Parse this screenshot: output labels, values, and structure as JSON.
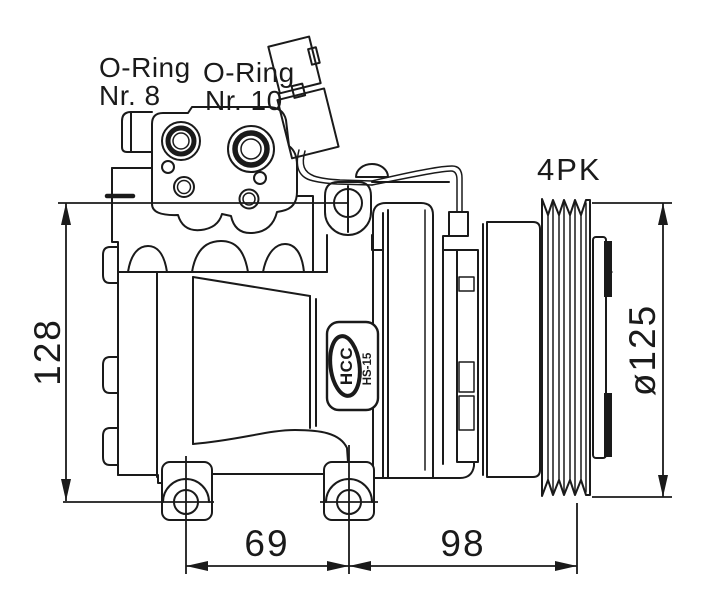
{
  "colors": {
    "line": "#1a1a1a",
    "background": "#ffffff"
  },
  "annotations": {
    "o_ring_8": {
      "line1": "O-Ring",
      "line2": "Nr. 8"
    },
    "o_ring_10": {
      "line1": "O-Ring",
      "line2": "Nr. 10"
    },
    "belt_type": "4PK"
  },
  "dimensions": {
    "body_height": "128",
    "pulley_diameter": "ø125",
    "foot_span_front": "69",
    "foot_to_pulley": "98"
  },
  "badge": {
    "brand": "HCC",
    "model": "HS-15"
  }
}
